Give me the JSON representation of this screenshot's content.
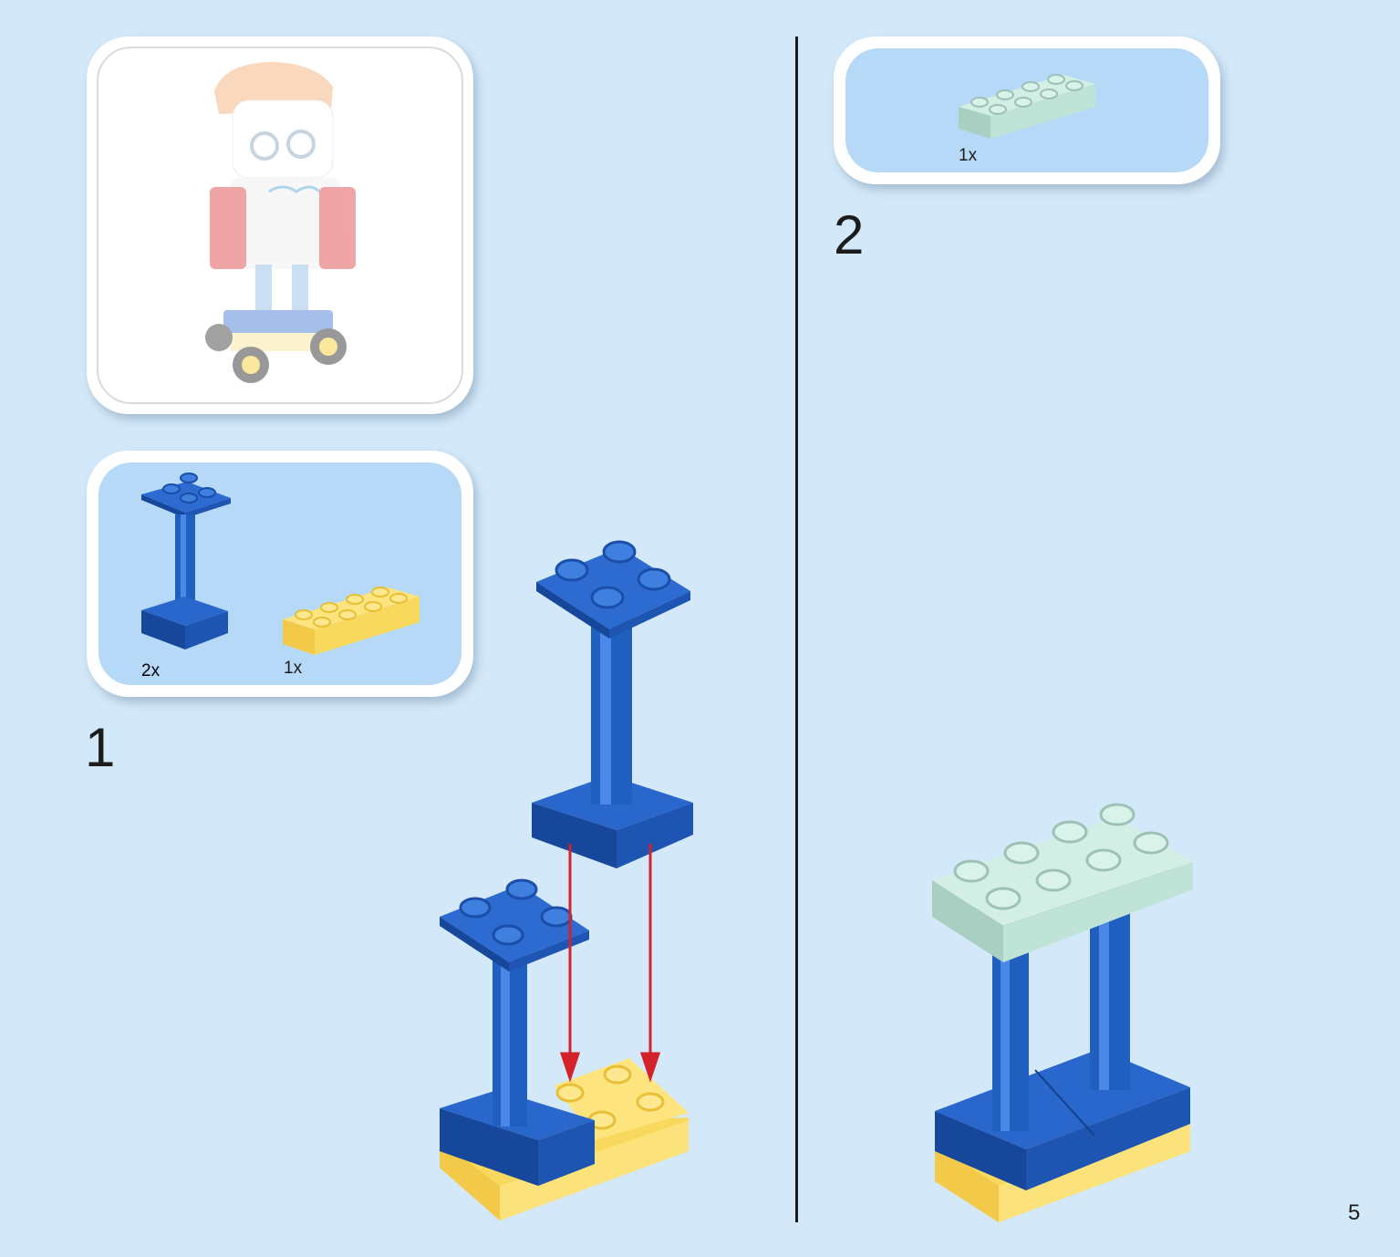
{
  "steps": [
    {
      "number": "1",
      "parts": [
        {
          "qty": "2x",
          "icon": "blue-pillar-brick"
        },
        {
          "qty": "1x",
          "icon": "yellow-2x4-brick"
        }
      ]
    },
    {
      "number": "2",
      "parts": [
        {
          "qty": "1x",
          "icon": "mint-2x4-brick"
        }
      ]
    }
  ],
  "page_number": "5",
  "colors": {
    "background": "#d3e9f9",
    "parts_panel": "#b5d9f6",
    "blue_brick": "#1f5fbf",
    "yellow_brick": "#fbe27a",
    "mint_brick": "#c9eadf",
    "arrow": "#d3222a"
  }
}
